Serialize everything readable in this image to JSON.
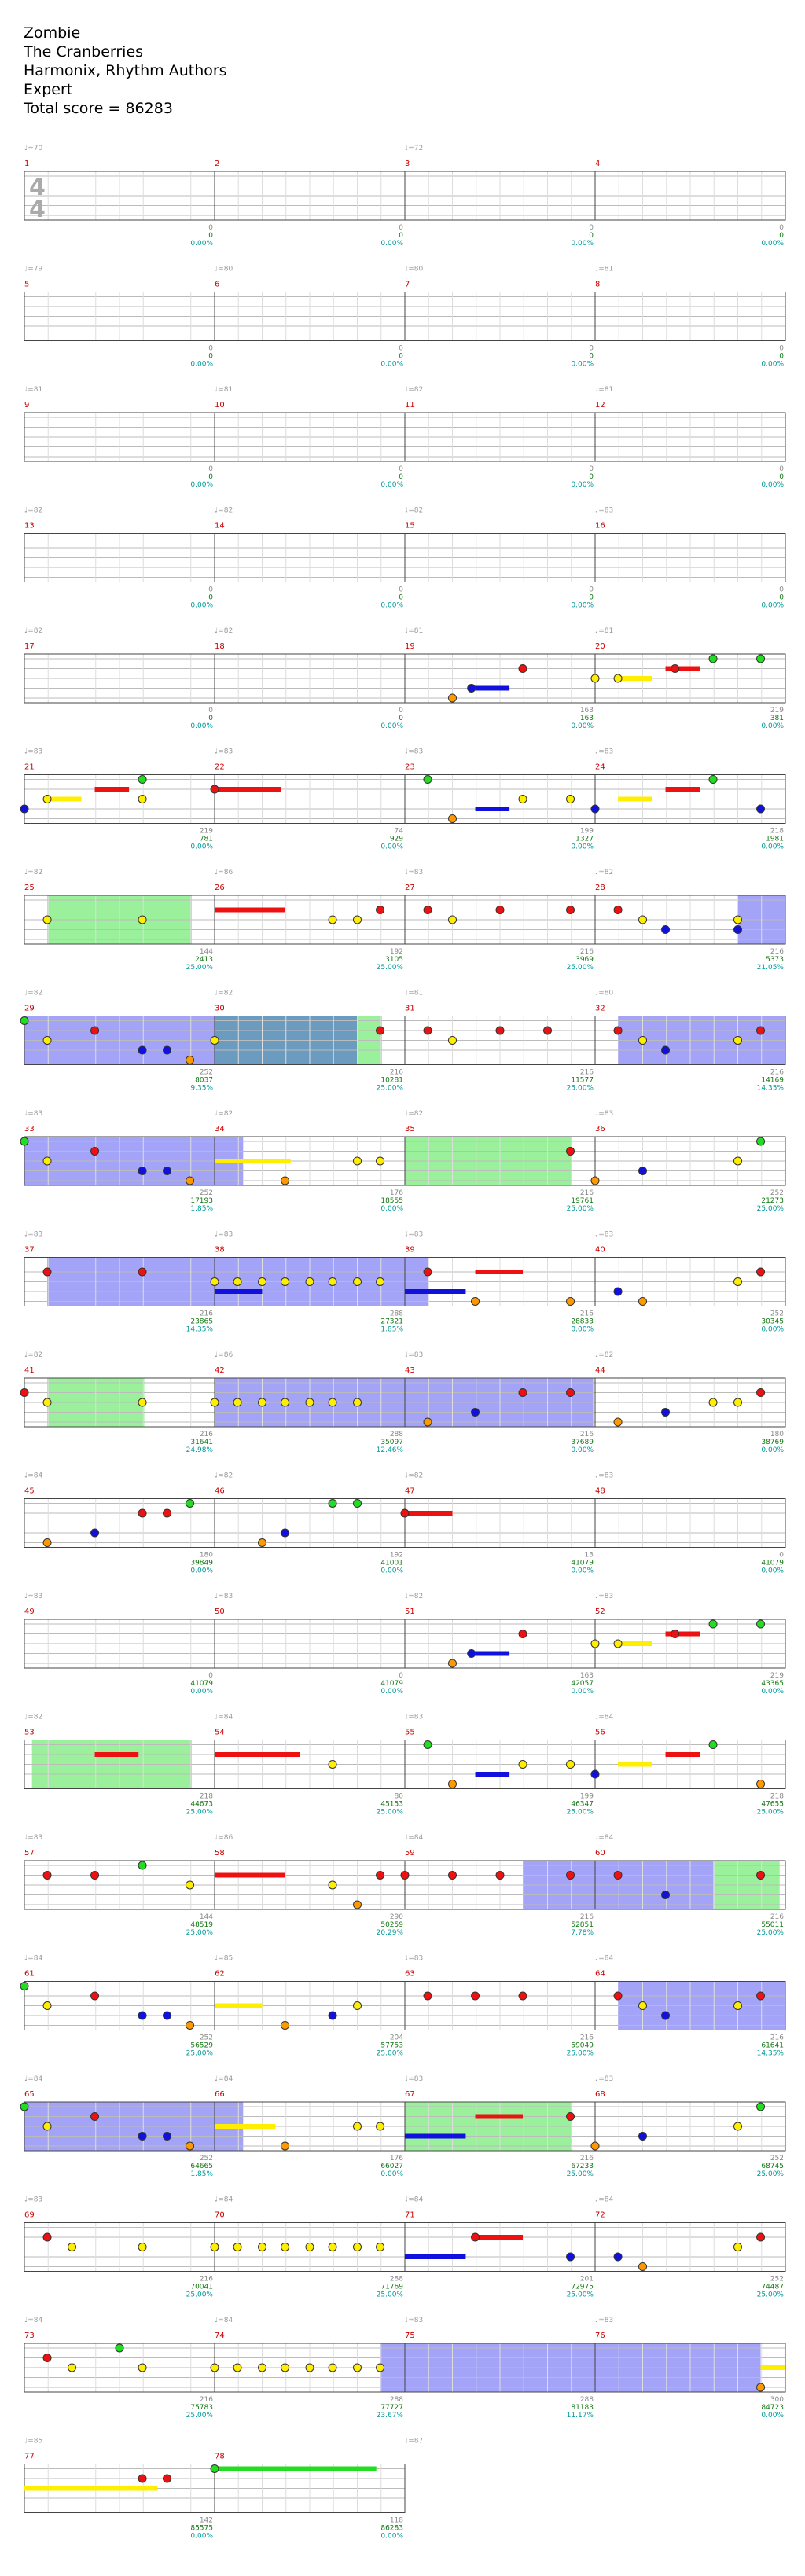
{
  "song": {
    "title": "Zombie",
    "artist": "The Cranberries",
    "charter": "Harmonix, Rhythm Authors",
    "difficulty": "Expert",
    "total_score_text": "Total score = 86283"
  },
  "colors": {
    "green": "#22dd22",
    "red": "#ee1111",
    "yellow": "#ffee00",
    "blue": "#1111dd",
    "orange": "#ff9900",
    "measure_number": "#cc0000",
    "score_green": "#117711",
    "percent_cyan": "#009999",
    "tempo_gray": "#999999",
    "starpower_fill": "#22dd22",
    "solo_fill": "#3333ee"
  },
  "time_signature": {
    "numerator": "4",
    "denominator": "4"
  },
  "rows": [
    {
      "tempo_marks": [
        "♩=70",
        "♩=72"
      ],
      "measures": [
        {
          "number": "1",
          "notes_count": "0",
          "score": "0",
          "percent": "0.00%"
        },
        {
          "number": "2",
          "notes_count": "0",
          "score": "0",
          "percent": "0.00%"
        },
        {
          "number": "3",
          "notes_count": "0",
          "score": "0",
          "percent": "0.00%"
        },
        {
          "number": "4",
          "notes_count": "0",
          "score": "0",
          "percent": "0.00%"
        }
      ]
    },
    {
      "tempo_marks": [
        "♩=79",
        "♩=80",
        "♩=80",
        "♩=81"
      ],
      "measures": [
        {
          "number": "5",
          "notes_count": "0",
          "score": "0",
          "percent": "0.00%"
        },
        {
          "number": "6",
          "notes_count": "0",
          "score": "0",
          "percent": "0.00%"
        },
        {
          "number": "7",
          "notes_count": "0",
          "score": "0",
          "percent": "0.00%"
        },
        {
          "number": "8",
          "notes_count": "0",
          "score": "0",
          "percent": "0.00%"
        }
      ]
    },
    {
      "tempo_marks": [
        "♩=81",
        "♩=81",
        "♩=82",
        "♩=81"
      ],
      "measures": [
        {
          "number": "9",
          "notes_count": "0",
          "score": "0",
          "percent": "0.00%"
        },
        {
          "number": "10",
          "notes_count": "0",
          "score": "0",
          "percent": "0.00%"
        },
        {
          "number": "11",
          "notes_count": "0",
          "score": "0",
          "percent": "0.00%"
        },
        {
          "number": "12",
          "notes_count": "0",
          "score": "0",
          "percent": "0.00%"
        }
      ]
    },
    {
      "tempo_marks": [
        "♩=82",
        "♩=82",
        "♩=82",
        "♩=83"
      ],
      "measures": [
        {
          "number": "13",
          "notes_count": "0",
          "score": "0",
          "percent": "0.00%"
        },
        {
          "number": "14",
          "notes_count": "0",
          "score": "0",
          "percent": "0.00%"
        },
        {
          "number": "15",
          "notes_count": "0",
          "score": "0",
          "percent": "0.00%"
        },
        {
          "number": "16",
          "notes_count": "0",
          "score": "0",
          "percent": "0.00%"
        }
      ]
    },
    {
      "tempo_marks": [
        "♩=82",
        "♩=82",
        "♩=81",
        "♩=81"
      ],
      "measures": [
        {
          "number": "17",
          "notes_count": "0",
          "score": "0",
          "percent": "0.00%"
        },
        {
          "number": "18",
          "notes_count": "0",
          "score": "0",
          "percent": "0.00%"
        },
        {
          "number": "19",
          "notes_count": "163",
          "score": "163",
          "percent": "0.00%"
        },
        {
          "number": "20",
          "notes_count": "219",
          "score": "381",
          "percent": "0.00%"
        }
      ]
    },
    {
      "tempo_marks": [
        "♩=83",
        "♩=83",
        "♩=83",
        "♩=83"
      ],
      "measures": [
        {
          "number": "21",
          "notes_count": "219",
          "score": "781",
          "percent": "0.00%"
        },
        {
          "number": "22",
          "notes_count": "74",
          "score": "929",
          "percent": "0.00%"
        },
        {
          "number": "23",
          "notes_count": "199",
          "score": "1327",
          "percent": "0.00%"
        },
        {
          "number": "24",
          "notes_count": "218",
          "score": "1981",
          "percent": "0.00%"
        }
      ]
    },
    {
      "tempo_marks": [
        "♩=82",
        "♩=86",
        "♩=83",
        "♩=82"
      ],
      "measures": [
        {
          "number": "25",
          "notes_count": "144",
          "score": "2413",
          "percent": "25.00%"
        },
        {
          "number": "26",
          "notes_count": "192",
          "score": "3105",
          "percent": "25.00%"
        },
        {
          "number": "27",
          "notes_count": "216",
          "score": "3969",
          "percent": "25.00%"
        },
        {
          "number": "28",
          "notes_count": "216",
          "score": "5373",
          "percent": "21.05%"
        }
      ]
    },
    {
      "tempo_marks": [
        "♩=82",
        "♩=82",
        "♩=81",
        "♩=80"
      ],
      "measures": [
        {
          "number": "29",
          "notes_count": "252",
          "score": "8037",
          "percent": "9.35%"
        },
        {
          "number": "30",
          "notes_count": "216",
          "score": "10281",
          "percent": "25.00%"
        },
        {
          "number": "31",
          "notes_count": "216",
          "score": "11577",
          "percent": "25.00%"
        },
        {
          "number": "32",
          "notes_count": "216",
          "score": "14169",
          "percent": "14.35%"
        }
      ]
    },
    {
      "tempo_marks": [
        "♩=83",
        "♩=82",
        "♩=82",
        "♩=83"
      ],
      "measures": [
        {
          "number": "33",
          "notes_count": "252",
          "score": "17193",
          "percent": "1.85%"
        },
        {
          "number": "34",
          "notes_count": "176",
          "score": "18555",
          "percent": "0.00%"
        },
        {
          "number": "35",
          "notes_count": "216",
          "score": "19761",
          "percent": "25.00%"
        },
        {
          "number": "36",
          "notes_count": "252",
          "score": "21273",
          "percent": "25.00%"
        }
      ]
    },
    {
      "tempo_marks": [
        "♩=83",
        "♩=83",
        "♩=83",
        "♩=83"
      ],
      "measures": [
        {
          "number": "37",
          "notes_count": "216",
          "score": "23865",
          "percent": "14.35%"
        },
        {
          "number": "38",
          "notes_count": "288",
          "score": "27321",
          "percent": "1.85%"
        },
        {
          "number": "39",
          "notes_count": "216",
          "score": "28833",
          "percent": "0.00%"
        },
        {
          "number": "40",
          "notes_count": "252",
          "score": "30345",
          "percent": "0.00%"
        }
      ]
    },
    {
      "tempo_marks": [
        "♩=82",
        "♩=86",
        "♩=83",
        "♩=82"
      ],
      "measures": [
        {
          "number": "41",
          "notes_count": "216",
          "score": "31641",
          "percent": "24.98%"
        },
        {
          "number": "42",
          "notes_count": "288",
          "score": "35097",
          "percent": "12.46%"
        },
        {
          "number": "43",
          "notes_count": "216",
          "score": "37689",
          "percent": "0.00%"
        },
        {
          "number": "44",
          "notes_count": "180",
          "score": "38769",
          "percent": "0.00%"
        }
      ]
    },
    {
      "tempo_marks": [
        "♩=84",
        "♩=82",
        "♩=82",
        "♩=83"
      ],
      "measures": [
        {
          "number": "45",
          "notes_count": "180",
          "score": "39849",
          "percent": "0.00%"
        },
        {
          "number": "46",
          "notes_count": "192",
          "score": "41001",
          "percent": "0.00%"
        },
        {
          "number": "47",
          "notes_count": "13",
          "score": "41079",
          "percent": "0.00%"
        },
        {
          "number": "48",
          "notes_count": "0",
          "score": "41079",
          "percent": "0.00%"
        }
      ]
    },
    {
      "tempo_marks": [
        "♩=83",
        "♩=83",
        "♩=82",
        "♩=83"
      ],
      "measures": [
        {
          "number": "49",
          "notes_count": "0",
          "score": "41079",
          "percent": "0.00%"
        },
        {
          "number": "50",
          "notes_count": "0",
          "score": "41079",
          "percent": "0.00%"
        },
        {
          "number": "51",
          "notes_count": "163",
          "score": "42057",
          "percent": "0.00%"
        },
        {
          "number": "52",
          "notes_count": "219",
          "score": "43365",
          "percent": "0.00%"
        }
      ]
    },
    {
      "tempo_marks": [
        "♩=82",
        "♩=84",
        "♩=83",
        "♩=84"
      ],
      "measures": [
        {
          "number": "53",
          "notes_count": "218",
          "score": "44673",
          "percent": "25.00%"
        },
        {
          "number": "54",
          "notes_count": "80",
          "score": "45153",
          "percent": "25.00%"
        },
        {
          "number": "55",
          "notes_count": "199",
          "score": "46347",
          "percent": "25.00%"
        },
        {
          "number": "56",
          "notes_count": "218",
          "score": "47655",
          "percent": "25.00%"
        }
      ]
    },
    {
      "tempo_marks": [
        "♩=83",
        "♩=86",
        "♩=84",
        "♩=84"
      ],
      "measures": [
        {
          "number": "57",
          "notes_count": "144",
          "score": "48519",
          "percent": "25.00%"
        },
        {
          "number": "58",
          "notes_count": "290",
          "score": "50259",
          "percent": "20.29%"
        },
        {
          "number": "59",
          "notes_count": "216",
          "score": "52851",
          "percent": "7.78%"
        },
        {
          "number": "60",
          "notes_count": "216",
          "score": "55011",
          "percent": "25.00%"
        }
      ]
    },
    {
      "tempo_marks": [
        "♩=84",
        "♩=85",
        "♩=83",
        "♩=84"
      ],
      "measures": [
        {
          "number": "61",
          "notes_count": "252",
          "score": "56529",
          "percent": "25.00%"
        },
        {
          "number": "62",
          "notes_count": "204",
          "score": "57753",
          "percent": "25.00%"
        },
        {
          "number": "63",
          "notes_count": "216",
          "score": "59049",
          "percent": "25.00%"
        },
        {
          "number": "64",
          "notes_count": "216",
          "score": "61641",
          "percent": "14.35%"
        }
      ]
    },
    {
      "tempo_marks": [
        "♩=84",
        "♩=84",
        "♩=83",
        "♩=83"
      ],
      "measures": [
        {
          "number": "65",
          "notes_count": "252",
          "score": "64665",
          "percent": "1.85%"
        },
        {
          "number": "66",
          "notes_count": "176",
          "score": "66027",
          "percent": "0.00%"
        },
        {
          "number": "67",
          "notes_count": "216",
          "score": "67233",
          "percent": "25.00%"
        },
        {
          "number": "68",
          "notes_count": "252",
          "score": "68745",
          "percent": "25.00%"
        }
      ]
    },
    {
      "tempo_marks": [
        "♩=83",
        "♩=84",
        "♩=84",
        "♩=84"
      ],
      "measures": [
        {
          "number": "69",
          "notes_count": "216",
          "score": "70041",
          "percent": "25.00%"
        },
        {
          "number": "70",
          "notes_count": "288",
          "score": "71769",
          "percent": "25.00%"
        },
        {
          "number": "71",
          "notes_count": "201",
          "score": "72975",
          "percent": "25.00%"
        },
        {
          "number": "72",
          "notes_count": "252",
          "score": "74487",
          "percent": "25.00%"
        }
      ]
    },
    {
      "tempo_marks": [
        "♩=84",
        "♩=84",
        "♩=83",
        "♩=83"
      ],
      "measures": [
        {
          "number": "73",
          "notes_count": "216",
          "score": "75783",
          "percent": "25.00%"
        },
        {
          "number": "74",
          "notes_count": "288",
          "score": "77727",
          "percent": "23.67%"
        },
        {
          "number": "75",
          "notes_count": "288",
          "score": "81183",
          "percent": "11.17%"
        },
        {
          "number": "76",
          "notes_count": "300",
          "score": "84723",
          "percent": "0.00%"
        }
      ]
    },
    {
      "tempo_marks": [
        "♩=85",
        "♩=87"
      ],
      "measures": [
        {
          "number": "77",
          "notes_count": "142",
          "score": "85575",
          "percent": "0.00%"
        },
        {
          "number": "78",
          "notes_count": "118",
          "score": "86283",
          "percent": "0.00%"
        }
      ]
    }
  ]
}
